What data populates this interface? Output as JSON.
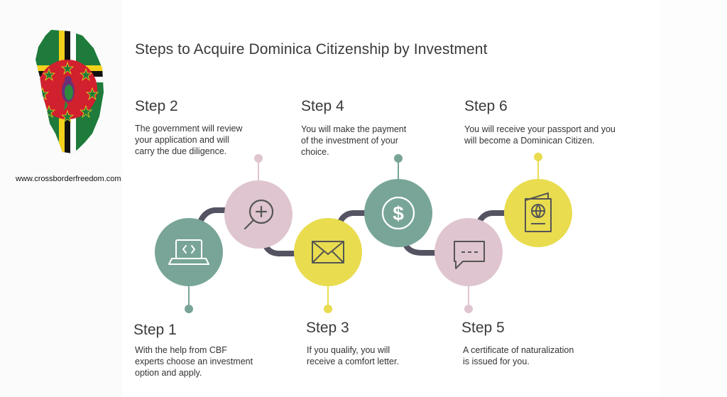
{
  "header": {
    "title": "Steps to Acquire Dominica Citizenship by Investment",
    "website": "www.crossborderfreedom.com"
  },
  "colors": {
    "teal": "#78A597",
    "pink": "#DFC5CF",
    "yellow": "#E9DC4F",
    "connector": "#545362",
    "icon_stroke": "#ffffff",
    "flag_green": "#1E7B3B",
    "flag_yellow": "#F4D11B",
    "flag_red": "#D1202E"
  },
  "steps": [
    {
      "title": "Step 1",
      "desc": [
        "With the help from CBF",
        "experts choose an investment",
        "option and apply."
      ],
      "icon": "laptop-code-icon",
      "color": "teal"
    },
    {
      "title": "Step 2",
      "desc": [
        "The government will review",
        "your application and will",
        "carry the due diligence."
      ],
      "icon": "magnifier-plus-icon",
      "color": "pink"
    },
    {
      "title": "Step 3",
      "desc": [
        "If you qualify, you will",
        "receive a comfort letter."
      ],
      "icon": "envelope-icon",
      "color": "yellow"
    },
    {
      "title": "Step 4",
      "desc": [
        "You will make the payment",
        "of the investment of your",
        "choice."
      ],
      "icon": "dollar-coin-icon",
      "color": "teal"
    },
    {
      "title": "Step 5",
      "desc": [
        "A certificate of naturalization",
        "is issued for you."
      ],
      "icon": "chat-bubble-icon",
      "color": "pink"
    },
    {
      "title": "Step 6",
      "desc": [
        "You will receive your passport and you",
        "will become a Dominican Citizen."
      ],
      "icon": "passport-icon",
      "color": "yellow"
    }
  ]
}
